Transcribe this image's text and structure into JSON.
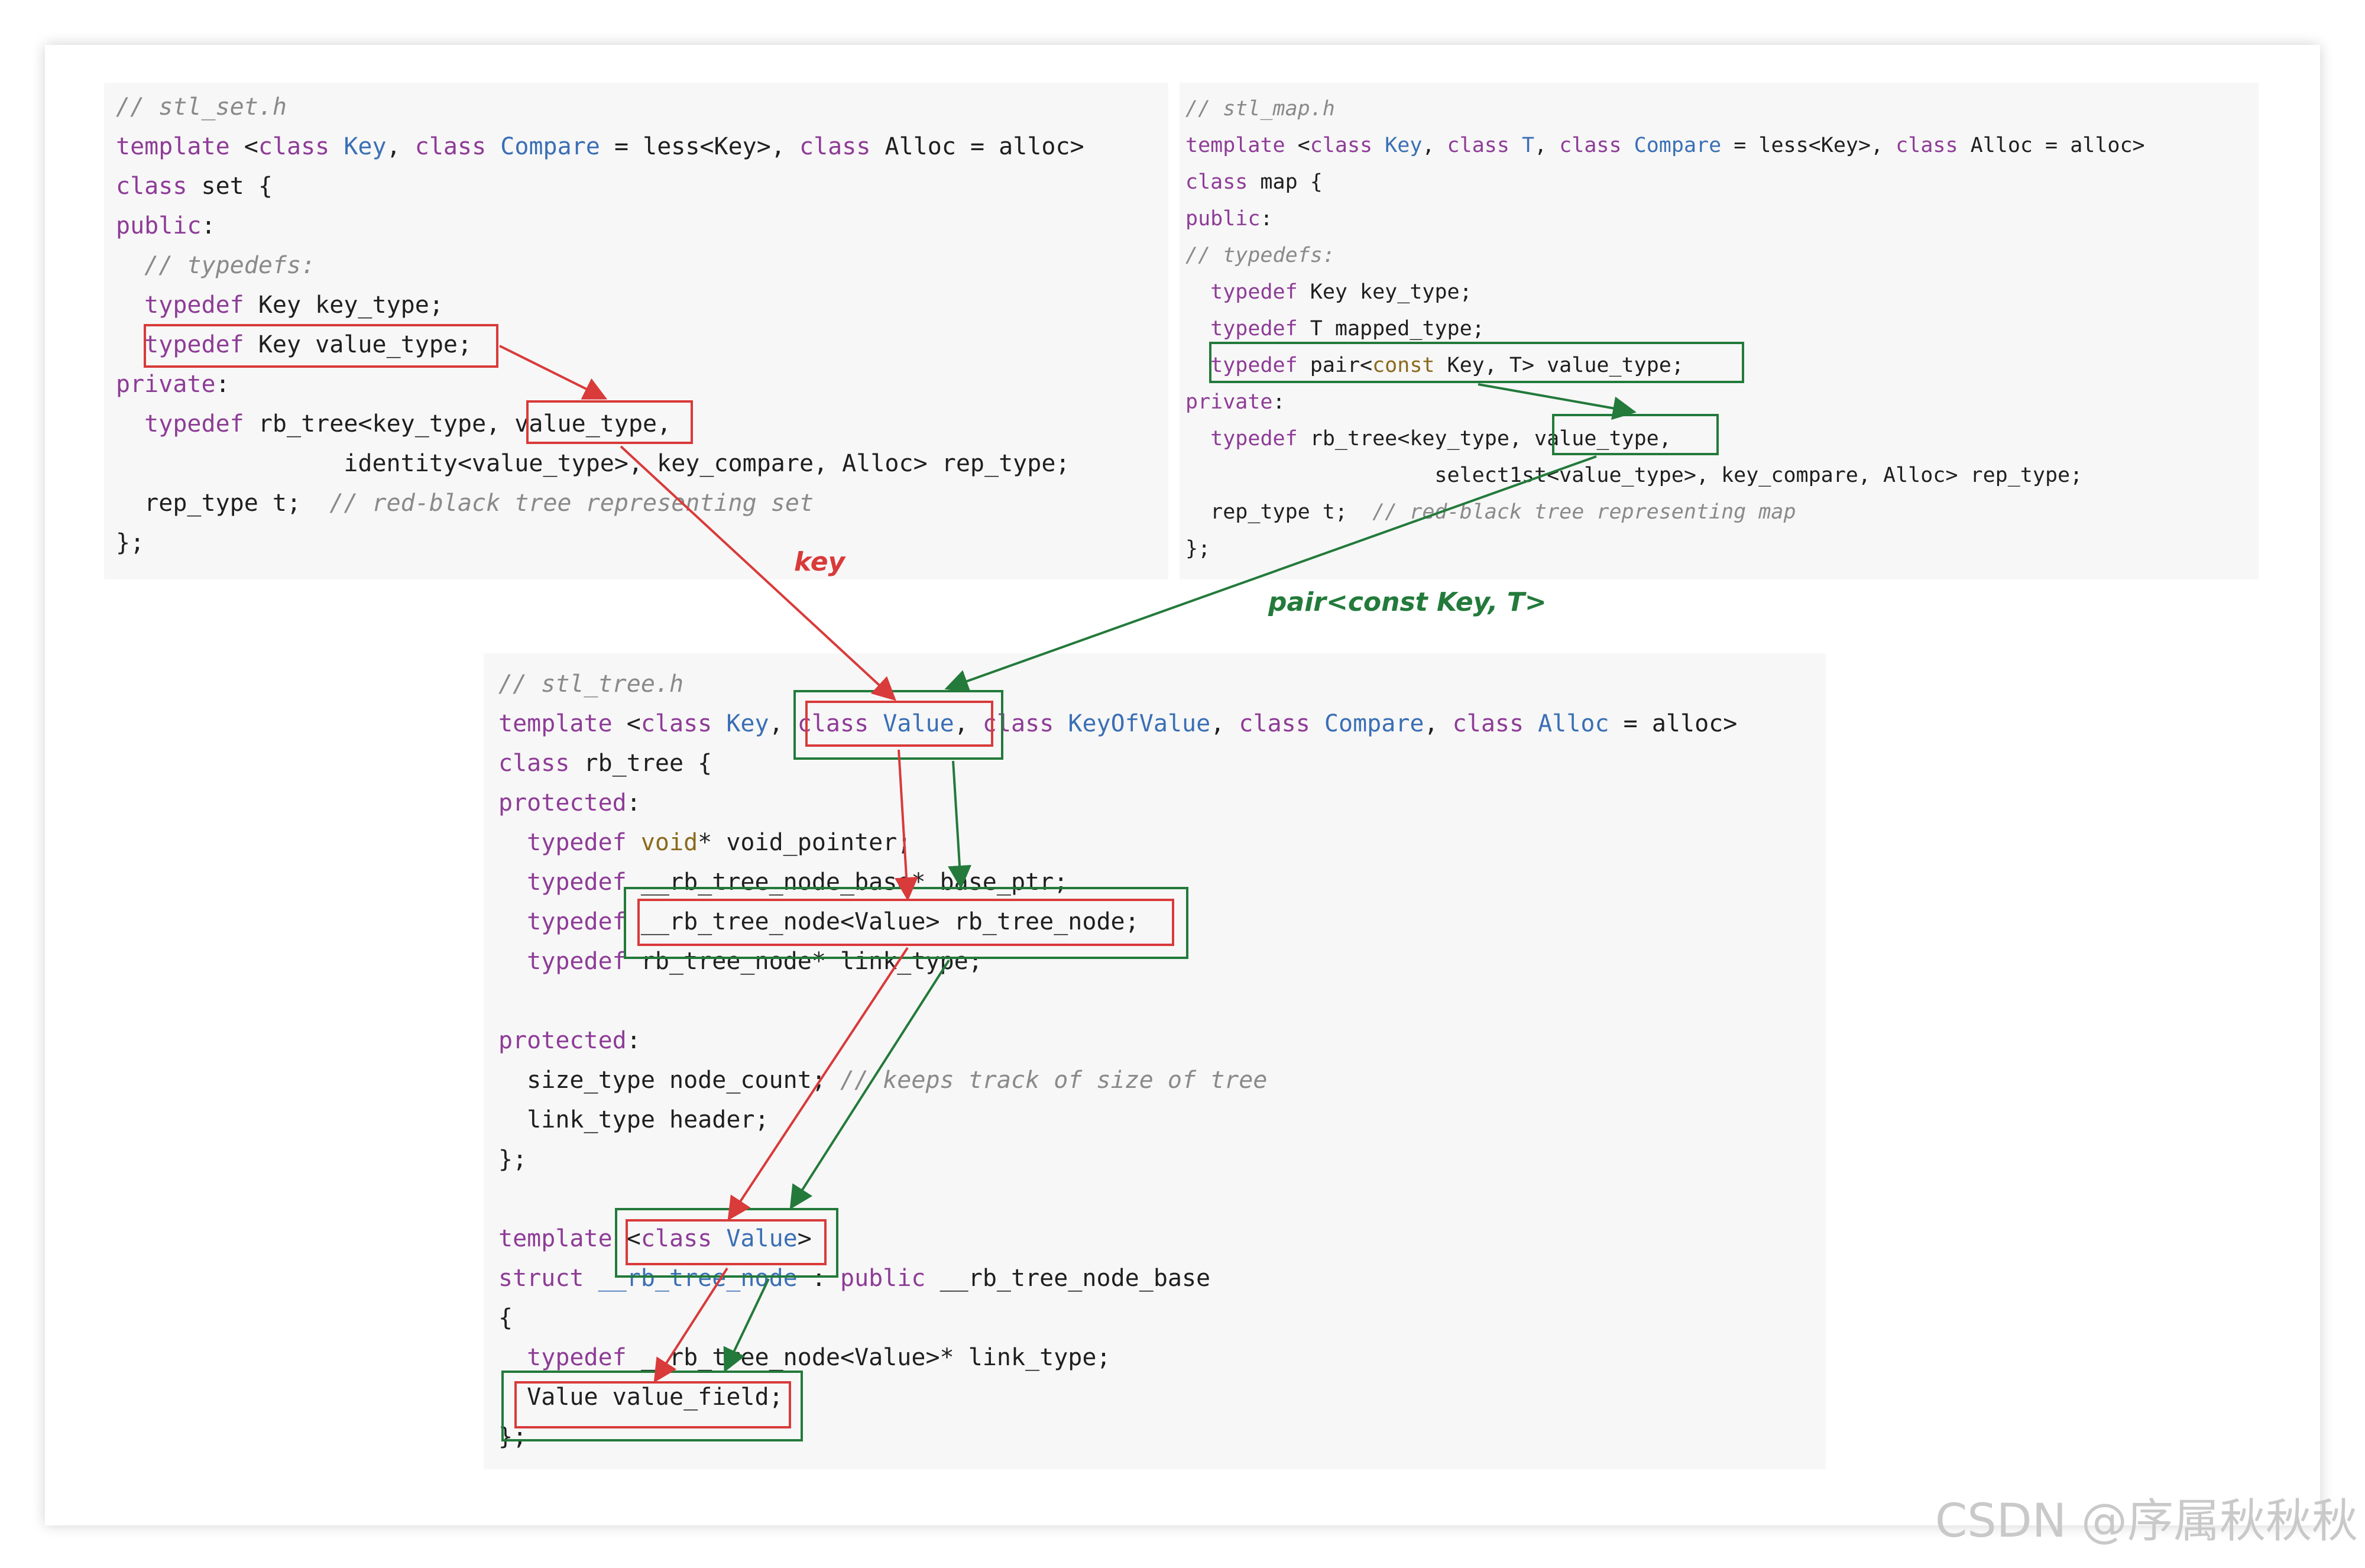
{
  "colors": {
    "red": "#d93a3a",
    "green": "#237a3b",
    "keyword": "#8e3c97",
    "type": "#3a6fb5",
    "comment": "#8a8a8a"
  },
  "set_panel": {
    "lines": [
      [
        {
          "t": "// stl_set.h",
          "c": "cm"
        }
      ],
      [
        {
          "t": "template",
          "c": "kw"
        },
        {
          "t": " <"
        },
        {
          "t": "class",
          "c": "kw"
        },
        {
          "t": " "
        },
        {
          "t": "Key",
          "c": "ty"
        },
        {
          "t": ", "
        },
        {
          "t": "class",
          "c": "kw"
        },
        {
          "t": " "
        },
        {
          "t": "Compare",
          "c": "ty"
        },
        {
          "t": " = less<Key>, "
        },
        {
          "t": "class",
          "c": "kw"
        },
        {
          "t": " Alloc = alloc>"
        }
      ],
      [
        {
          "t": "class",
          "c": "kw"
        },
        {
          "t": " set {"
        }
      ],
      [
        {
          "t": "public",
          "c": "kw"
        },
        {
          "t": ":"
        }
      ],
      [
        {
          "t": "  "
        },
        {
          "t": "// typedefs:",
          "c": "cm"
        }
      ],
      [
        {
          "t": "  "
        },
        {
          "t": "typedef",
          "c": "kw"
        },
        {
          "t": " Key key_type;"
        }
      ],
      [
        {
          "t": "  "
        },
        {
          "t": "typedef",
          "c": "kw"
        },
        {
          "t": " Key value_type;"
        }
      ],
      [
        {
          "t": "private",
          "c": "kw"
        },
        {
          "t": ":"
        }
      ],
      [
        {
          "t": "  "
        },
        {
          "t": "typedef",
          "c": "kw"
        },
        {
          "t": " rb_tree<key_type, value_type,"
        }
      ],
      [
        {
          "t": "                identity<value_type>, key_compare, Alloc> rep_type;"
        }
      ],
      [
        {
          "t": "  rep_type t;  "
        },
        {
          "t": "// red-black tree representing set",
          "c": "cm"
        }
      ],
      [
        {
          "t": "};"
        }
      ]
    ]
  },
  "map_panel": {
    "lines": [
      [
        {
          "t": "// stl_map.h",
          "c": "cm"
        }
      ],
      [
        {
          "t": "template",
          "c": "kw"
        },
        {
          "t": " <"
        },
        {
          "t": "class",
          "c": "kw"
        },
        {
          "t": " "
        },
        {
          "t": "Key",
          "c": "ty"
        },
        {
          "t": ", "
        },
        {
          "t": "class",
          "c": "kw"
        },
        {
          "t": " "
        },
        {
          "t": "T",
          "c": "ty"
        },
        {
          "t": ", "
        },
        {
          "t": "class",
          "c": "kw"
        },
        {
          "t": " "
        },
        {
          "t": "Compare",
          "c": "ty"
        },
        {
          "t": " = less<Key>, "
        },
        {
          "t": "class",
          "c": "kw"
        },
        {
          "t": " Alloc = alloc>"
        }
      ],
      [
        {
          "t": "class",
          "c": "kw"
        },
        {
          "t": " map {"
        }
      ],
      [
        {
          "t": "public",
          "c": "kw"
        },
        {
          "t": ":"
        }
      ],
      [
        {
          "t": "// typedefs:",
          "c": "cm"
        }
      ],
      [
        {
          "t": "  "
        },
        {
          "t": "typedef",
          "c": "kw"
        },
        {
          "t": " Key key_type;"
        }
      ],
      [
        {
          "t": "  "
        },
        {
          "t": "typedef",
          "c": "kw"
        },
        {
          "t": " T mapped_type;"
        }
      ],
      [
        {
          "t": "  "
        },
        {
          "t": "typedef",
          "c": "kw"
        },
        {
          "t": " pair<"
        },
        {
          "t": "const",
          "c": "sp"
        },
        {
          "t": " Key, T> value_type;"
        }
      ],
      [
        {
          "t": "private",
          "c": "kw"
        },
        {
          "t": ":"
        }
      ],
      [
        {
          "t": "  "
        },
        {
          "t": "typedef",
          "c": "kw"
        },
        {
          "t": " rb_tree<key_type, value_type,"
        }
      ],
      [
        {
          "t": "                    select1st<value_type>, key_compare, Alloc> rep_type;"
        }
      ],
      [
        {
          "t": "  rep_type t;  "
        },
        {
          "t": "// red-black tree representing map",
          "c": "cm"
        }
      ],
      [
        {
          "t": "};"
        }
      ]
    ]
  },
  "tree_panel": {
    "lines": [
      [
        {
          "t": "// stl_tree.h",
          "c": "cm"
        }
      ],
      [
        {
          "t": "template",
          "c": "kw"
        },
        {
          "t": " <"
        },
        {
          "t": "class",
          "c": "kw"
        },
        {
          "t": " "
        },
        {
          "t": "Key",
          "c": "ty"
        },
        {
          "t": ", "
        },
        {
          "t": "class",
          "c": "kw"
        },
        {
          "t": " "
        },
        {
          "t": "Value",
          "c": "ty"
        },
        {
          "t": ", "
        },
        {
          "t": "class",
          "c": "kw"
        },
        {
          "t": " "
        },
        {
          "t": "KeyOfValue",
          "c": "ty"
        },
        {
          "t": ", "
        },
        {
          "t": "class",
          "c": "kw"
        },
        {
          "t": " "
        },
        {
          "t": "Compare",
          "c": "ty"
        },
        {
          "t": ", "
        },
        {
          "t": "class",
          "c": "kw"
        },
        {
          "t": " "
        },
        {
          "t": "Alloc",
          "c": "ty"
        },
        {
          "t": " = alloc>"
        }
      ],
      [
        {
          "t": "class",
          "c": "kw"
        },
        {
          "t": " rb_tree {"
        }
      ],
      [
        {
          "t": "protected",
          "c": "kw"
        },
        {
          "t": ":"
        }
      ],
      [
        {
          "t": "  "
        },
        {
          "t": "typedef",
          "c": "kw"
        },
        {
          "t": " "
        },
        {
          "t": "void",
          "c": "sp"
        },
        {
          "t": "* void_pointer;"
        }
      ],
      [
        {
          "t": "  "
        },
        {
          "t": "typedef",
          "c": "kw"
        },
        {
          "t": " __rb_tree_node_base* base_ptr;"
        }
      ],
      [
        {
          "t": "  "
        },
        {
          "t": "typedef",
          "c": "kw"
        },
        {
          "t": " __rb_tree_node<Value> rb_tree_node;"
        }
      ],
      [
        {
          "t": "  "
        },
        {
          "t": "typedef",
          "c": "kw"
        },
        {
          "t": " rb_tree_node* link_type;"
        }
      ],
      [
        {
          "t": ""
        }
      ],
      [
        {
          "t": "protected",
          "c": "kw"
        },
        {
          "t": ":"
        }
      ],
      [
        {
          "t": "  size_type node_count; "
        },
        {
          "t": "// keeps track of size of tree",
          "c": "cm"
        }
      ],
      [
        {
          "t": "  link_type header;"
        }
      ],
      [
        {
          "t": "};"
        }
      ],
      [
        {
          "t": ""
        }
      ],
      [
        {
          "t": "template",
          "c": "kw"
        },
        {
          "t": " <"
        },
        {
          "t": "class",
          "c": "kw"
        },
        {
          "t": " "
        },
        {
          "t": "Value",
          "c": "ty"
        },
        {
          "t": ">"
        }
      ],
      [
        {
          "t": "struct",
          "c": "kw"
        },
        {
          "t": " "
        },
        {
          "t": "__rb_tree_node",
          "c": "ty"
        },
        {
          "t": " : "
        },
        {
          "t": "public",
          "c": "kw"
        },
        {
          "t": " __rb_tree_node_base"
        }
      ],
      [
        {
          "t": "{"
        }
      ],
      [
        {
          "t": "  "
        },
        {
          "t": "typedef",
          "c": "kw"
        },
        {
          "t": " __rb_tree_node<Value>* link_type;"
        }
      ],
      [
        {
          "t": "  Value value_field;"
        }
      ],
      [
        {
          "t": "};"
        }
      ]
    ]
  },
  "annotations": {
    "key_label": "key",
    "pair_label": "pair<const Key, T>"
  },
  "watermark": "CSDN @序属秋秋秋"
}
